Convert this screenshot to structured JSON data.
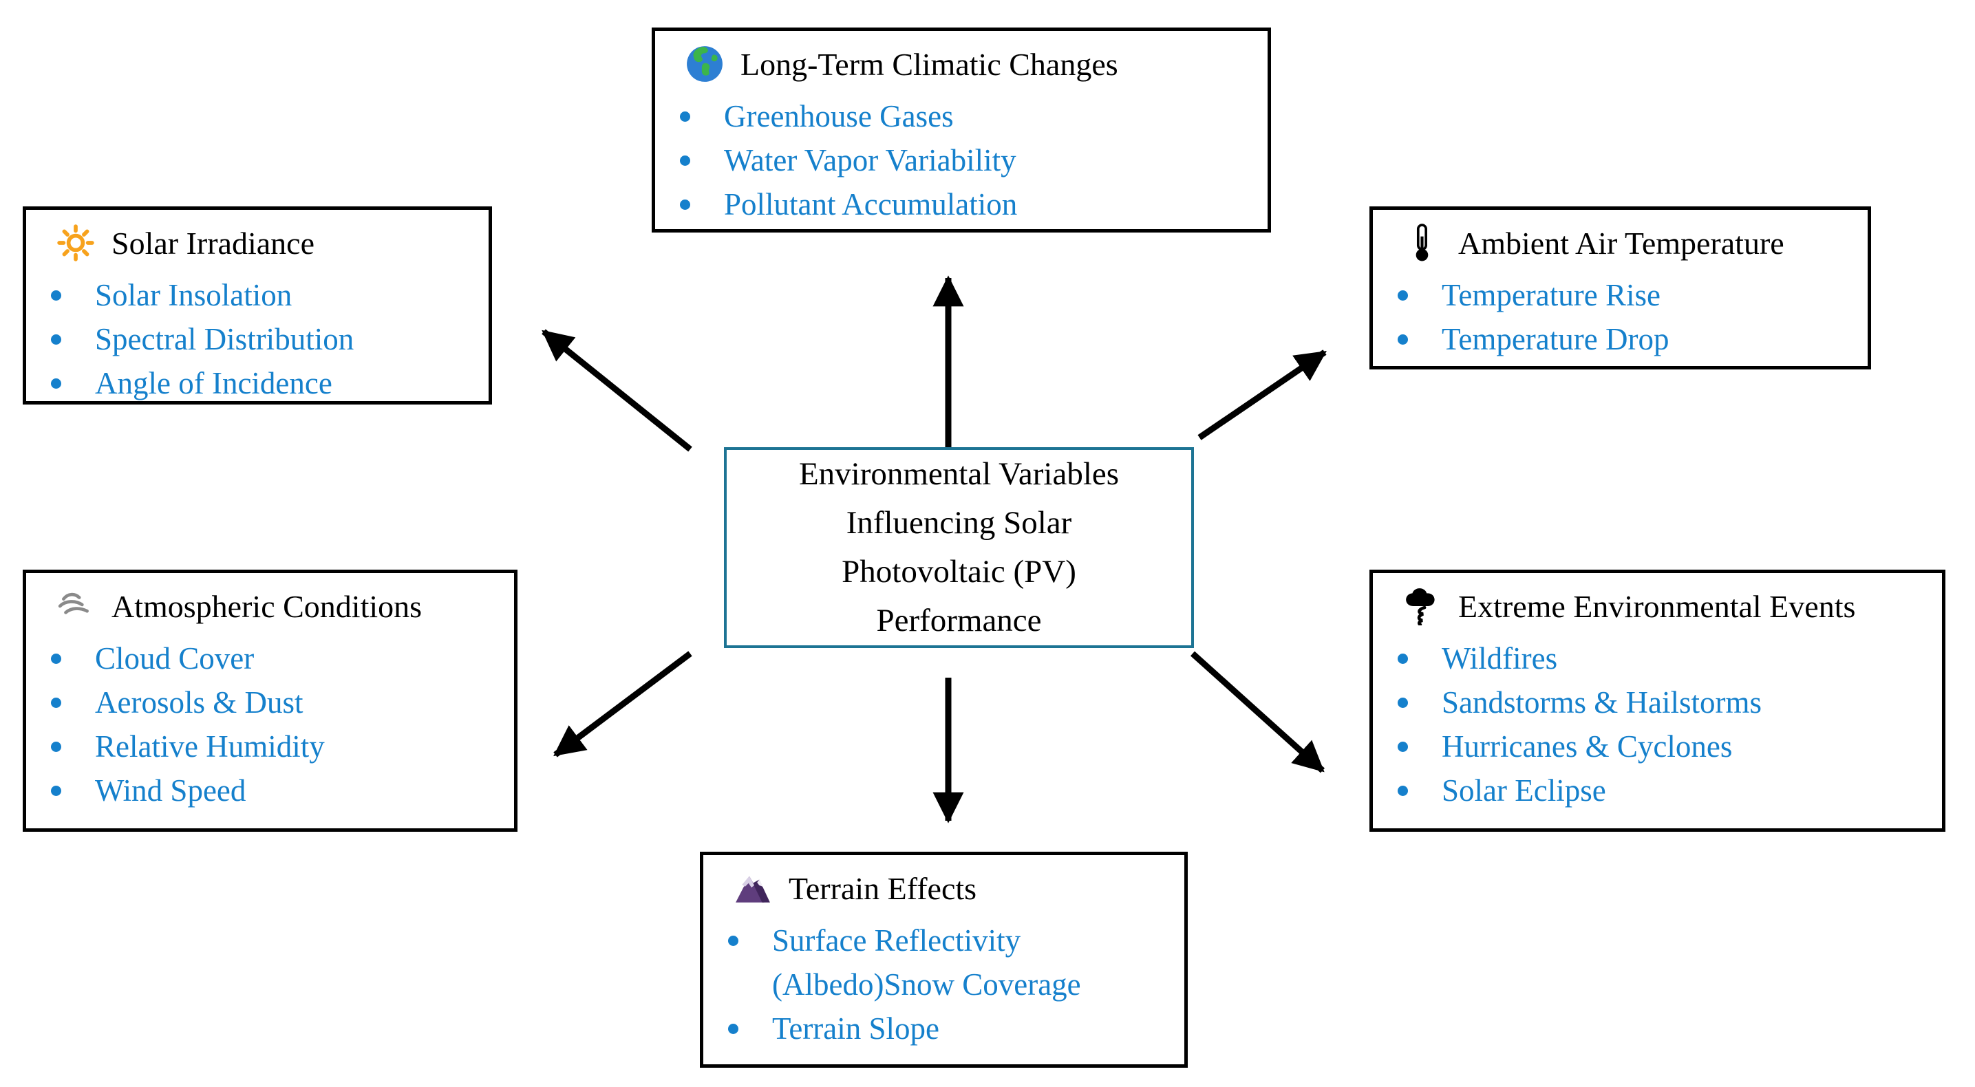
{
  "center_node": {
    "lines": [
      "Environmental Variables",
      "Influencing Solar",
      "Photovoltaic (PV)",
      "Performance"
    ]
  },
  "nodes": [
    {
      "id": "long-term-climatic-changes",
      "icon": "globe-icon",
      "title": "Long-Term Climatic Changes",
      "items": [
        "Greenhouse Gases",
        "Water Vapor Variability",
        "Pollutant Accumulation"
      ]
    },
    {
      "id": "solar-irradiance",
      "icon": "sun-icon",
      "title": "Solar Irradiance",
      "items": [
        "Solar Insolation",
        "Spectral Distribution",
        "Angle of Incidence"
      ]
    },
    {
      "id": "ambient-air-temperature",
      "icon": "thermometer-icon",
      "title": "Ambient Air Temperature",
      "items": [
        "Temperature Rise",
        "Temperature Drop"
      ]
    },
    {
      "id": "atmospheric-conditions",
      "icon": "wind-icon",
      "title": "Atmospheric Conditions",
      "items": [
        "Cloud Cover",
        "Aerosols & Dust",
        "Relative Humidity",
        "Wind Speed"
      ]
    },
    {
      "id": "extreme-environmental-events",
      "icon": "storm-cloud-icon",
      "title": "Extreme Environmental Events",
      "items": [
        "Wildfires",
        "Sandstorms & Hailstorms",
        "Hurricanes & Cyclones",
        "Solar Eclipse"
      ]
    },
    {
      "id": "terrain-effects",
      "icon": "mountain-icon",
      "title": "Terrain Effects",
      "items": [
        "Surface Reflectivity (Albedo)Snow Coverage",
        "Terrain Slope"
      ]
    }
  ],
  "colors": {
    "item_text": "#1580cc",
    "title_text": "#000000",
    "center_border": "#1d7494",
    "node_border": "#000000",
    "arrow": "#000000",
    "sun": "#f7a21c",
    "globe_ocean": "#2d7fd3",
    "globe_land": "#3cb54a",
    "wind_gray": "#8a8a8a",
    "mountain_purple": "#5f3d7d"
  }
}
